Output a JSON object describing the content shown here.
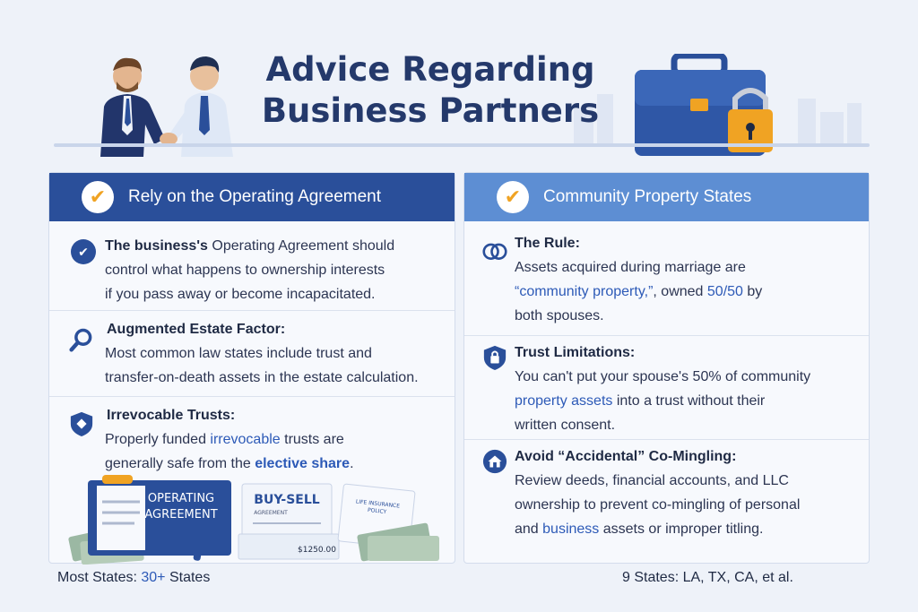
{
  "header": {
    "title_line1": "Advice Regarding",
    "title_line2": "Business Partners"
  },
  "left_panel": {
    "heading": "Rely on the Operating Agreement",
    "items": [
      {
        "icon": "check-circle-icon",
        "title": "The business's",
        "body_line1_rest": " Operating Agreement should",
        "body_line2": "control what happens to ownership interests",
        "body_line3": "if you pass away or become incapacitated."
      },
      {
        "icon": "magnifier-icon",
        "title": "Augmented Estate Factor:",
        "body_line1": "Most common law states  include trust and",
        "body_line2": "transfer-on-death assets in the estate calculation."
      },
      {
        "icon": "shield-icon",
        "title": "Irrevocable Trusts:",
        "body_pre": "Properly funded ",
        "body_hl": "irrevocable",
        "body_post": " trusts are",
        "body_line2_pre": "generally safe from the ",
        "body_line2_hl": "elective share",
        "body_line2_post": "."
      }
    ],
    "docs": {
      "operating_line1": "OPERATING",
      "operating_line2": "AGREEMENT",
      "buysell_line1": "BUY-SELL",
      "buysell_line2": "AGREEMENT",
      "insurance_line1": "LIFE INSURANCE",
      "insurance_line2": "POLICY",
      "check_amount": "$1250.00"
    },
    "footer_pre": "Most States: ",
    "footer_hl": "30+",
    "footer_post": " States"
  },
  "right_panel": {
    "heading": "Community Property States",
    "items": [
      {
        "icon": "rings-icon",
        "title": "The Rule:",
        "body_line1": "Assets acquired during marriage are",
        "body_line2_hl": "“community property,”",
        "body_line2_mid": ", owned ",
        "body_line2_hl2": "50/50",
        "body_line2_post": " by",
        "body_line3": "both spouses."
      },
      {
        "icon": "lock-shield-icon",
        "title": "Trust Limitations:",
        "body_line1": "You can't put your spouse's 50% of community",
        "body_line2_hl": "property assets",
        "body_line2_post": " into a trust without their",
        "body_line3": "written consent."
      },
      {
        "icon": "house-icon",
        "title": "Avoid “Accidental” Co-Mingling:",
        "body_line1": "Review deeds, financial accounts, and LLC",
        "body_line2": "ownership to prevent co-mingling of personal",
        "body_line3_pre": "and ",
        "body_line3_hl": "business",
        "body_line3_post": " assets or improper titling."
      }
    ],
    "footer": "9 States: LA, TX, CA, et al."
  },
  "colors": {
    "dark_blue": "#2a4f9a",
    "light_blue": "#5d8ed3",
    "accent_orange": "#f0a323",
    "highlight_blue": "#2d5ab7"
  }
}
